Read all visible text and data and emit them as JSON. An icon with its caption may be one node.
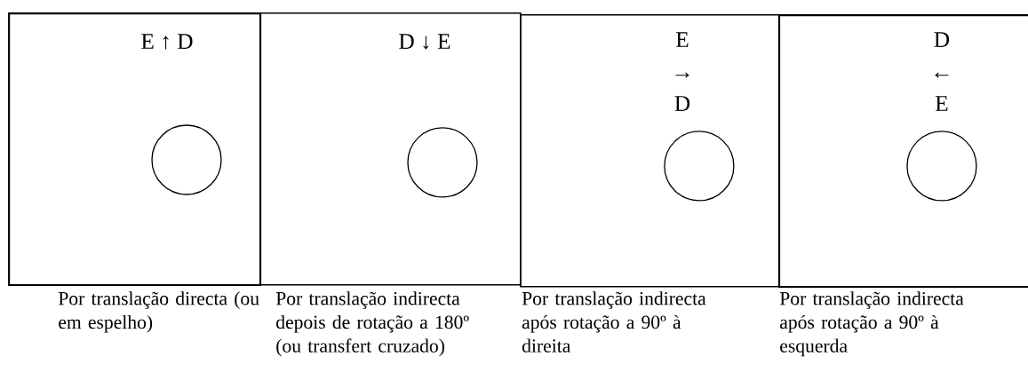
{
  "diagram": {
    "nodes": [
      {
        "text": [
          "E ↑ D"
        ],
        "beside": [
          "Por translação directa (ou em espelho)"
        ]
      },
      {
        "text": [],
        "shape": "circle",
        "in": 0
      },
      {
        "text": [
          "D ↓ E"
        ],
        "beside": [
          "Por translação indirecta depois de rotação a 180º (ou transfert cruzado)"
        ]
      },
      {
        "text": [],
        "shape": "circle",
        "in": 2
      },
      {
        "text": [
          "E",
          "→",
          "D"
        ],
        "beside": [
          "Por translação indirecta após rotação a 90º à direita"
        ]
      },
      {
        "text": [],
        "shape": "circle",
        "in": 4
      },
      {
        "text": [
          "D",
          "←",
          "E"
        ],
        "beside": [
          "Por translação indirecta após rotação a 90º à esquerda"
        ]
      },
      {
        "text": [],
        "shape": "circle",
        "in": 6
      }
    ]
  }
}
